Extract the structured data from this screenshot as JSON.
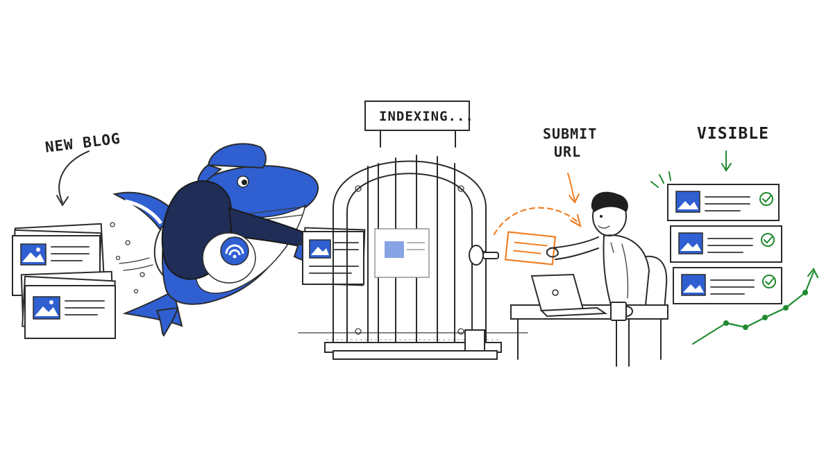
{
  "labels": {
    "new_blog": "NEW BLOG",
    "indexing": "INDEXING...",
    "submit_line1": "SUBMIT",
    "submit_line2": "URL",
    "visible": "VISIBLE"
  },
  "colors": {
    "ink": "#2a2a2a",
    "whale_blue": "#2f5fd1",
    "hoodie_navy": "#1f2d57",
    "submit_orange": "#f07f24",
    "visible_green": "#1f8a2e"
  },
  "icons": {
    "whale": "whale-icon",
    "gate": "gate-icon",
    "person": "person-icon",
    "laptop": "laptop-icon",
    "check": "check-icon",
    "image": "image-icon"
  }
}
